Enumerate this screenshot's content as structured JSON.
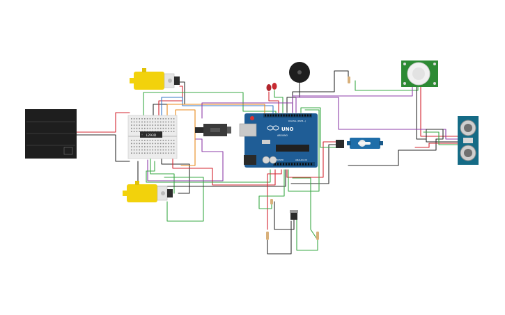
{
  "canvas": {
    "background": "#ffffff"
  },
  "labels": {
    "arduino_brand": "UNO",
    "arduino_sub": "ARDUINO",
    "arduino_digital": "DIGITAL (PWM~)",
    "arduino_power": "POWER",
    "arduino_analog": "ANALOG IN",
    "driver_chip": "L293D"
  },
  "colors": {
    "arduino": "#1f5d96",
    "arduino_dark": "#16466f",
    "motor_yellow": "#f2d20c",
    "battery": "#222222",
    "breadboard": "#ececec",
    "pir_board": "#2d8a34",
    "sonar_board": "#156b86",
    "servo": "#1f6ea9",
    "wire_red": "#d3242f",
    "wire_black": "#2a2a2a",
    "wire_green": "#39a845",
    "wire_purple": "#8e3da8",
    "wire_orange": "#e88a1b",
    "wire_blue": "#3778c6"
  },
  "components": [
    {
      "id": "battery-pack",
      "icon": "battery-icon"
    },
    {
      "id": "dc-motor-top",
      "icon": "motor-icon"
    },
    {
      "id": "dc-motor-bottom",
      "icon": "motor-icon"
    },
    {
      "id": "mini-breadboard",
      "icon": "breadboard-icon"
    },
    {
      "id": "motor-driver",
      "icon": "chip-icon"
    },
    {
      "id": "usb-cable",
      "icon": "usb-icon"
    },
    {
      "id": "arduino-uno",
      "icon": "board-icon"
    },
    {
      "id": "piezo-buzzer",
      "icon": "buzzer-icon"
    },
    {
      "id": "red-leds",
      "icon": "led-icon"
    },
    {
      "id": "pir-sensor",
      "icon": "pir-icon"
    },
    {
      "id": "ultrasonic-sensor",
      "icon": "sonar-icon"
    },
    {
      "id": "servo-motor",
      "icon": "servo-icon"
    },
    {
      "id": "voltage-regulator",
      "icon": "regulator-icon"
    },
    {
      "id": "resistors",
      "icon": "resistor-icon"
    }
  ]
}
